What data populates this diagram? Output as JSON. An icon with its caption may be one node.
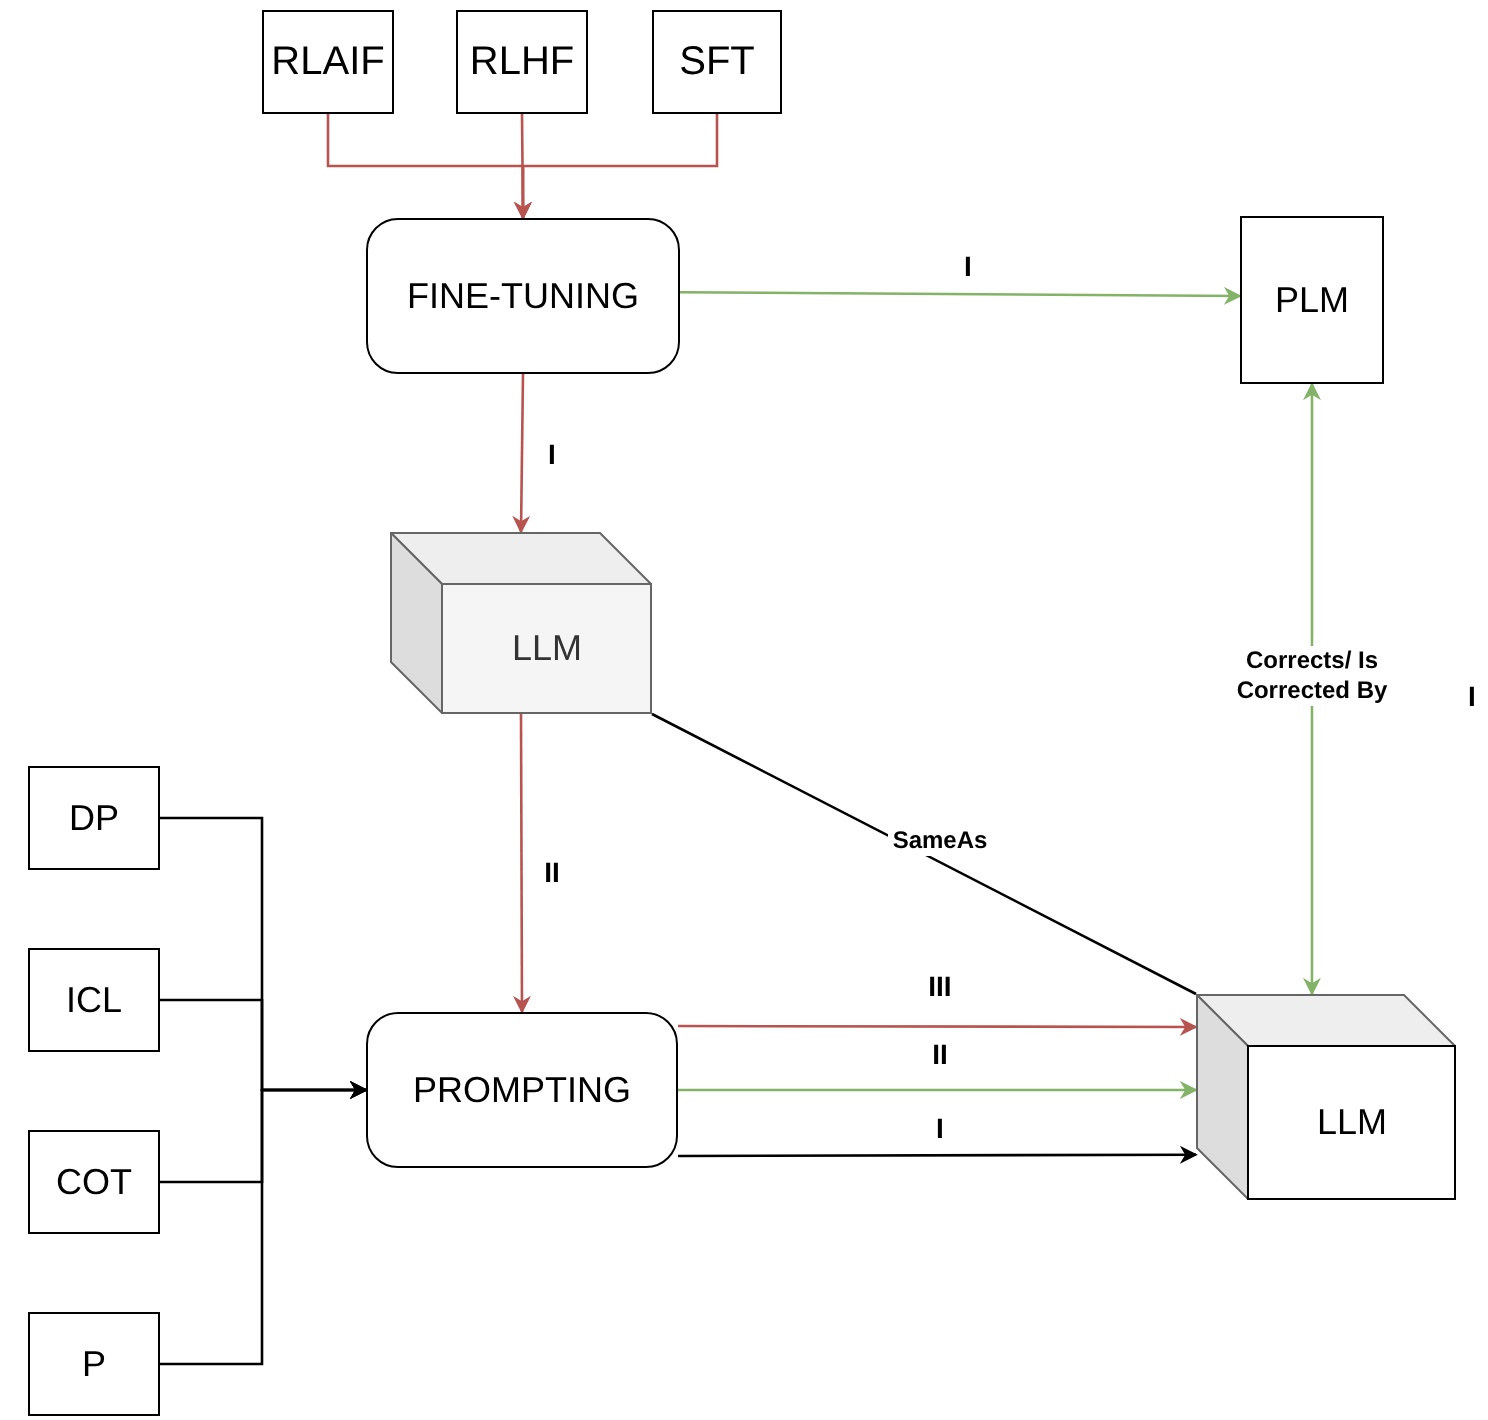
{
  "diagram": {
    "nodes": [
      {
        "text": [
          "RLAIF"
        ]
      },
      {
        "text": [
          "RLHF"
        ]
      },
      {
        "text": [
          "SFT"
        ]
      },
      {
        "text": [
          "FINE-TUNING"
        ]
      },
      {
        "text": [
          "PLM"
        ]
      },
      {
        "text": [
          "LLM"
        ]
      },
      {
        "text": [
          "DP"
        ]
      },
      {
        "text": [
          "ICL"
        ]
      },
      {
        "text": [
          "COT"
        ]
      },
      {
        "text": [
          "P"
        ]
      },
      {
        "text": [
          "PROMPTING"
        ]
      },
      {
        "text": [
          "LLM"
        ]
      }
    ],
    "edges": [
      {
        "from": 0,
        "to": 3,
        "arrow": "to",
        "color": "#b85450"
      },
      {
        "from": 1,
        "to": 3,
        "arrow": "to",
        "color": "#b85450"
      },
      {
        "from": 2,
        "to": 3,
        "arrow": "to",
        "color": "#b85450"
      },
      {
        "from": 3,
        "to": 4,
        "arrow": "to",
        "label": "I",
        "color": "#82b366"
      },
      {
        "from": 3,
        "to": 5,
        "arrow": "to",
        "label": "I",
        "color": "#b85450"
      },
      {
        "from": 5,
        "to": 10,
        "arrow": "to",
        "label": "II",
        "color": "#b85450"
      },
      {
        "from": 5,
        "to": 11,
        "arrow": "none",
        "label": "SameAs",
        "color": "#000000"
      },
      {
        "from": 4,
        "to": 11,
        "arrow": "both",
        "label": "Corrects/ Is Corrected By",
        "color": "#82b366"
      },
      {
        "from": 6,
        "to": 10,
        "arrow": "to",
        "color": "#000000"
      },
      {
        "from": 7,
        "to": 10,
        "arrow": "to",
        "color": "#000000"
      },
      {
        "from": 8,
        "to": 10,
        "arrow": "to",
        "color": "#000000"
      },
      {
        "from": 9,
        "to": 10,
        "arrow": "to",
        "color": "#000000"
      },
      {
        "from": 10,
        "to": 11,
        "arrow": "to",
        "label": "III",
        "color": "#b85450"
      },
      {
        "from": 10,
        "to": 11,
        "arrow": "to",
        "label": "II",
        "color": "#82b366"
      },
      {
        "from": 10,
        "to": 11,
        "arrow": "to",
        "label": "I",
        "color": "#000000"
      }
    ],
    "labels": [
      "I"
    ]
  }
}
